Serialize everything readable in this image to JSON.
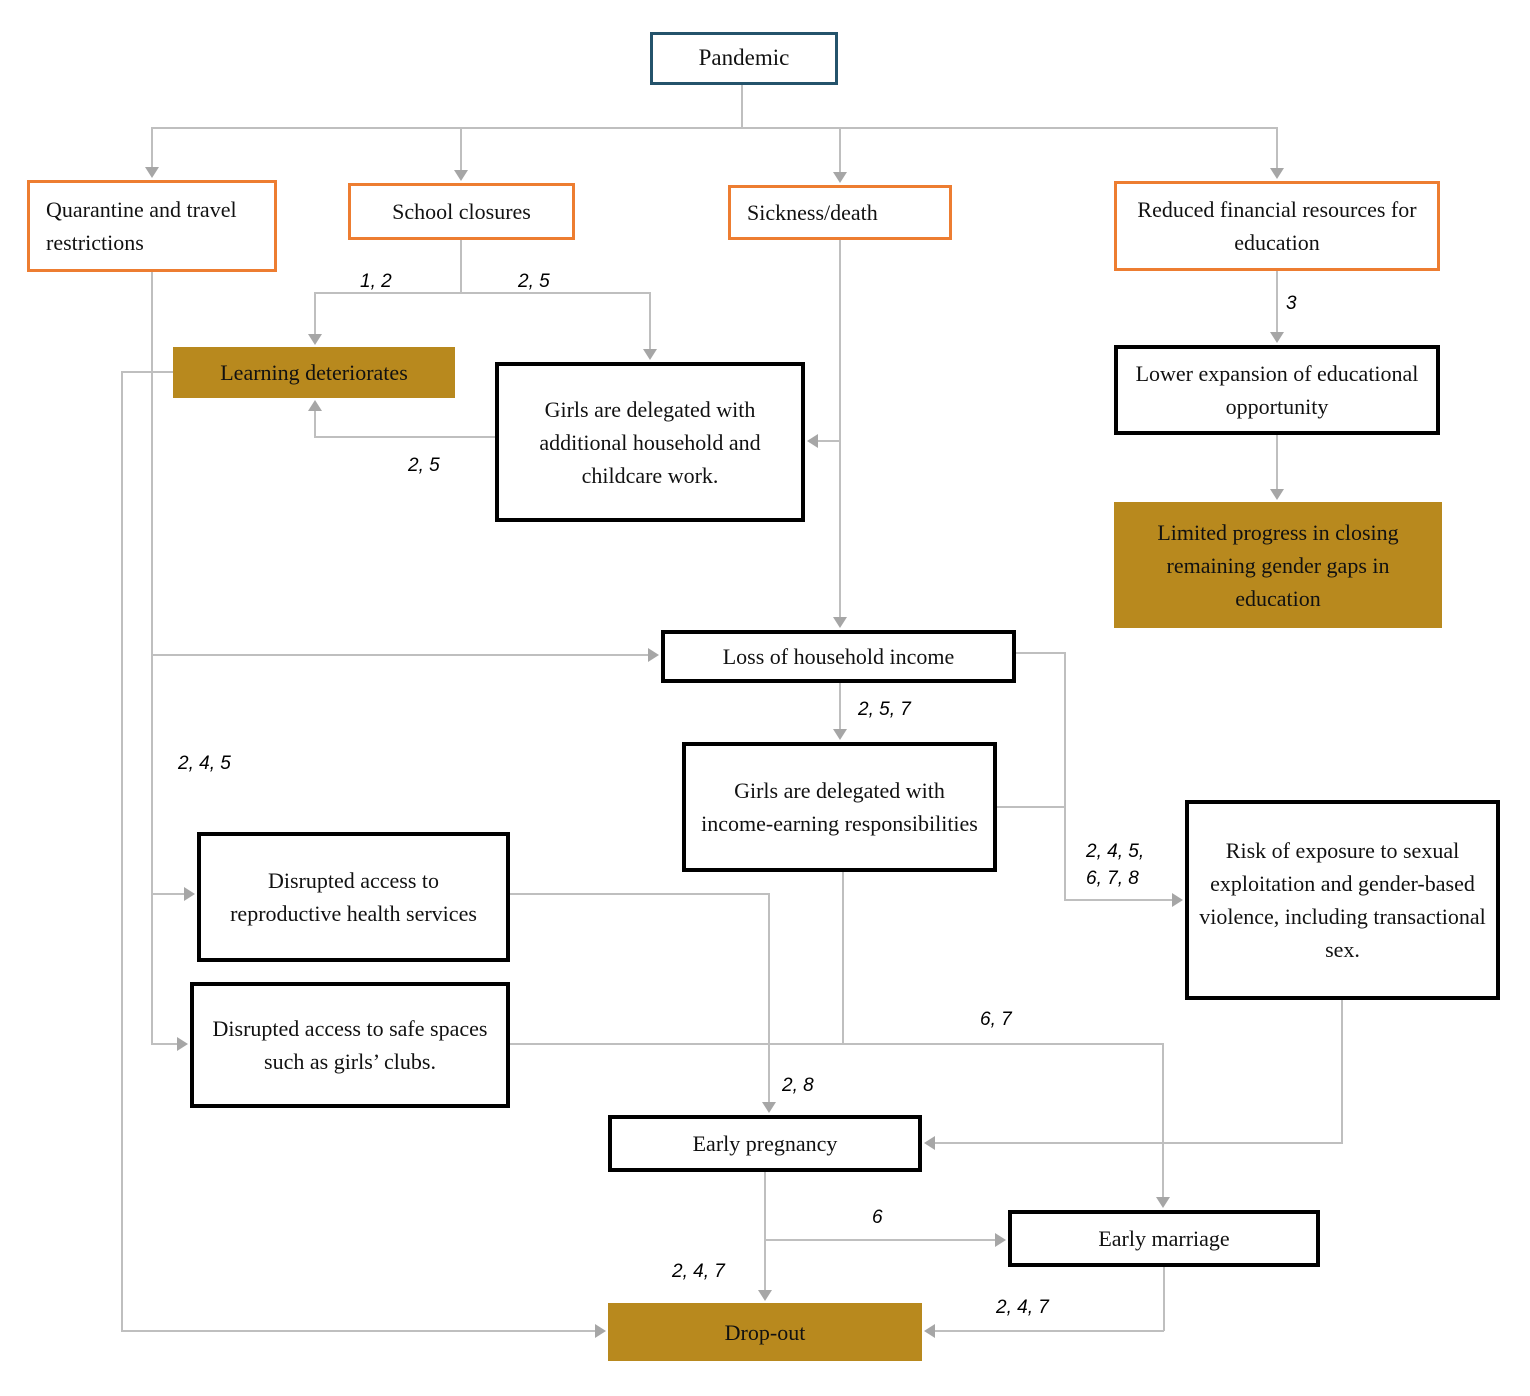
{
  "colors": {
    "accent_orange": "#ED7D31",
    "accent_navy": "#24536B",
    "accent_gold": "#B8891E",
    "connector_gray": "#BFBFBF"
  },
  "nodes": {
    "pandemic": {
      "label": "Pandemic"
    },
    "quarantine": {
      "label": "Quarantine and travel restrictions"
    },
    "school_closures": {
      "label": "School closures"
    },
    "sickness_death": {
      "label": "Sickness/death"
    },
    "reduced_financial": {
      "label": "Reduced financial resources for education"
    },
    "learning_deteriorates": {
      "label": "Learning deteriorates"
    },
    "girls_household": {
      "label": "Girls are delegated with additional household and childcare work."
    },
    "lower_expansion": {
      "label": "Lower expansion of educational opportunity"
    },
    "limited_progress": {
      "label": "Limited progress in closing remaining gender gaps in education"
    },
    "loss_income": {
      "label": "Loss of household income"
    },
    "girls_income": {
      "label": "Girls are delegated with income-earning responsibilities"
    },
    "risk_exposure": {
      "label": "Risk of exposure to sexual exploitation and gender-based violence, including transactional sex."
    },
    "disrupted_repro": {
      "label": "Disrupted access to reproductive health services"
    },
    "disrupted_safe": {
      "label": "Disrupted access to safe spaces such as girls’ clubs."
    },
    "early_pregnancy": {
      "label": "Early pregnancy"
    },
    "early_marriage": {
      "label": "Early marriage"
    },
    "dropout": {
      "label": "Drop-out"
    }
  },
  "edge_labels": {
    "school_to_learning": "1, 2",
    "school_to_household": "2, 5",
    "household_to_learning": "2, 5",
    "reduced_to_lower": "3",
    "quarantine_branches": "2, 4, 5",
    "loss_to_girls_income": "2, 5, 7",
    "to_risk_line1": "2, 4, 5,",
    "to_risk_line2": "6, 7, 8",
    "to_early_marriage": "6, 7",
    "to_early_pregnancy": "2, 8",
    "pregnancy_to_marriage": "6",
    "pregnancy_to_dropout": "2, 4, 7",
    "marriage_to_dropout": "2, 4, 7"
  }
}
